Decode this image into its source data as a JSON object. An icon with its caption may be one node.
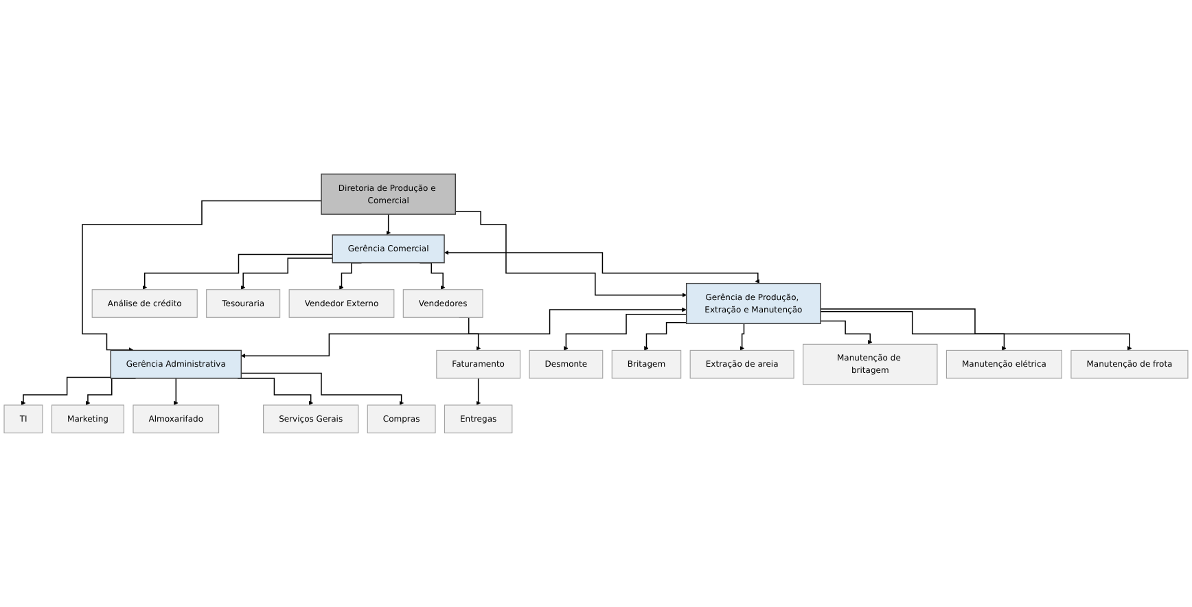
{
  "diagram": {
    "nodes": [
      {
        "text": [
          "Diretoria de Produção e Comercial"
        ]
      },
      {
        "text": [
          "Gerência Comercial"
        ]
      },
      {
        "text": [
          "Gerência de Produção, Extração e Manutenção"
        ]
      },
      {
        "text": [
          "Gerência Administrativa"
        ]
      },
      {
        "text": [
          "Análise de crédito"
        ]
      },
      {
        "text": [
          "Tesouraria"
        ]
      },
      {
        "text": [
          "Vendedor Externo"
        ]
      },
      {
        "text": [
          "Vendedores"
        ]
      },
      {
        "text": [
          "Faturamento"
        ]
      },
      {
        "text": [
          "Entregas"
        ]
      },
      {
        "text": [
          "Desmonte"
        ]
      },
      {
        "text": [
          "Britagem"
        ]
      },
      {
        "text": [
          "Extração de areia"
        ]
      },
      {
        "text": [
          "Manutenção de britagem"
        ]
      },
      {
        "text": [
          "Manutenção elétrica"
        ]
      },
      {
        "text": [
          "Manutenção de frota"
        ]
      },
      {
        "text": [
          "TI"
        ]
      },
      {
        "text": [
          "Marketing"
        ]
      },
      {
        "text": [
          "Almoxarifado"
        ]
      },
      {
        "text": [
          "Serviços Gerais"
        ]
      },
      {
        "text": [
          "Compras"
        ]
      }
    ],
    "edges": [
      {
        "from": 0,
        "to": 1,
        "arrow": "to"
      },
      {
        "from": 0,
        "to": 2,
        "arrow": "to"
      },
      {
        "from": 0,
        "to": 3,
        "arrow": "to"
      },
      {
        "from": 1,
        "to": 2,
        "arrow": "both"
      },
      {
        "from": 2,
        "to": 3,
        "arrow": "both"
      },
      {
        "from": 1,
        "to": 4,
        "arrow": "to"
      },
      {
        "from": 1,
        "to": 5,
        "arrow": "to"
      },
      {
        "from": 1,
        "to": 6,
        "arrow": "to"
      },
      {
        "from": 1,
        "to": 7,
        "arrow": "to"
      },
      {
        "from": 7,
        "to": 8,
        "arrow": "to"
      },
      {
        "from": 8,
        "to": 9,
        "arrow": "to"
      },
      {
        "from": 2,
        "to": 10,
        "arrow": "to"
      },
      {
        "from": 2,
        "to": 11,
        "arrow": "to"
      },
      {
        "from": 2,
        "to": 12,
        "arrow": "to"
      },
      {
        "from": 2,
        "to": 13,
        "arrow": "to"
      },
      {
        "from": 2,
        "to": 14,
        "arrow": "to"
      },
      {
        "from": 2,
        "to": 15,
        "arrow": "to"
      },
      {
        "from": 3,
        "to": 16,
        "arrow": "to"
      },
      {
        "from": 3,
        "to": 17,
        "arrow": "to"
      },
      {
        "from": 3,
        "to": 18,
        "arrow": "to"
      },
      {
        "from": 3,
        "to": 19,
        "arrow": "to"
      },
      {
        "from": 3,
        "to": 20,
        "arrow": "to"
      }
    ]
  }
}
